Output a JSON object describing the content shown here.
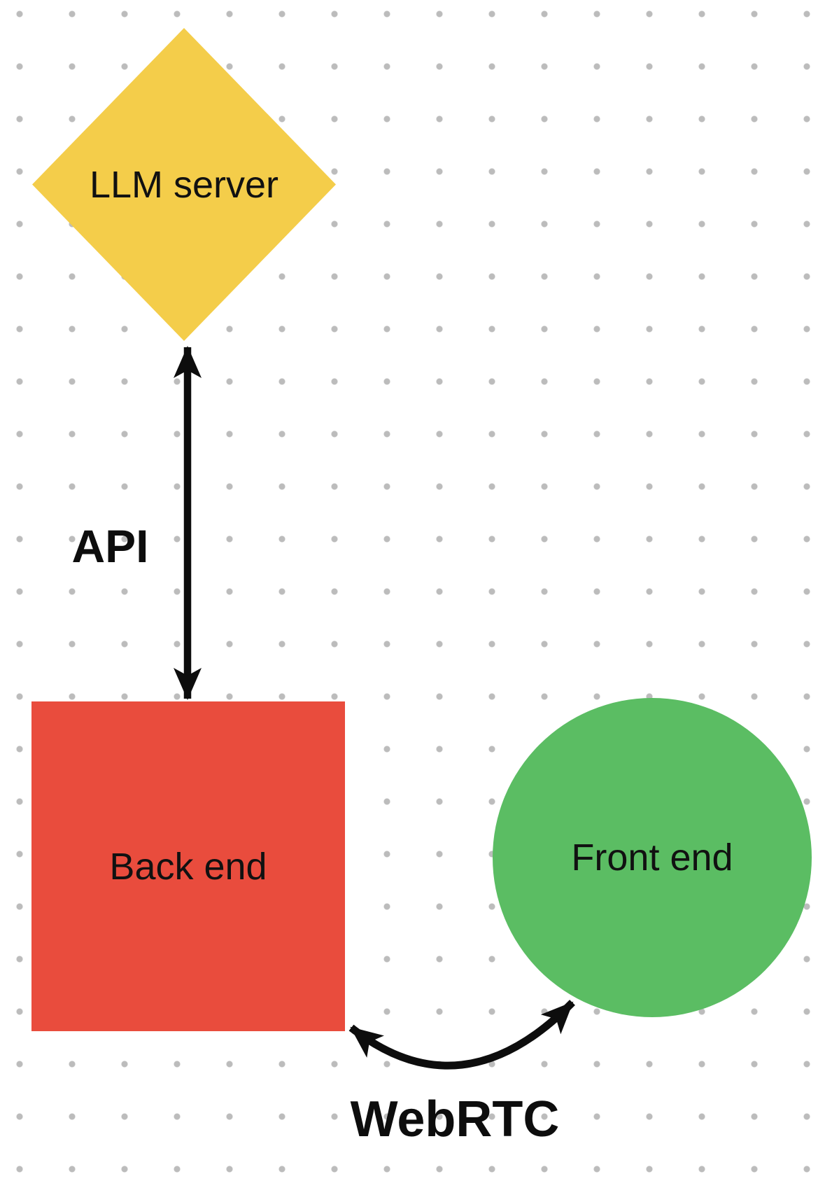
{
  "diagram": {
    "background": {
      "dot_color": "#BCBCBC",
      "canvas_color": "#FFFFFF"
    },
    "nodes": [
      {
        "id": "llm-server",
        "label": "LLM server",
        "shape": "diamond",
        "color": "#F4CD4A"
      },
      {
        "id": "back-end",
        "label": "Back end",
        "shape": "square",
        "color": "#E94C3D"
      },
      {
        "id": "front-end",
        "label": "Front end",
        "shape": "circle",
        "color": "#5BBD63"
      }
    ],
    "edges": [
      {
        "id": "api",
        "label": "API",
        "from": "llm-server",
        "to": "back-end",
        "type": "straight-double-arrow"
      },
      {
        "id": "webrtc",
        "label": "WebRTC",
        "from": "back-end",
        "to": "front-end",
        "type": "curved-double-arrow"
      }
    ],
    "edge_color": "#0D0D0D"
  }
}
